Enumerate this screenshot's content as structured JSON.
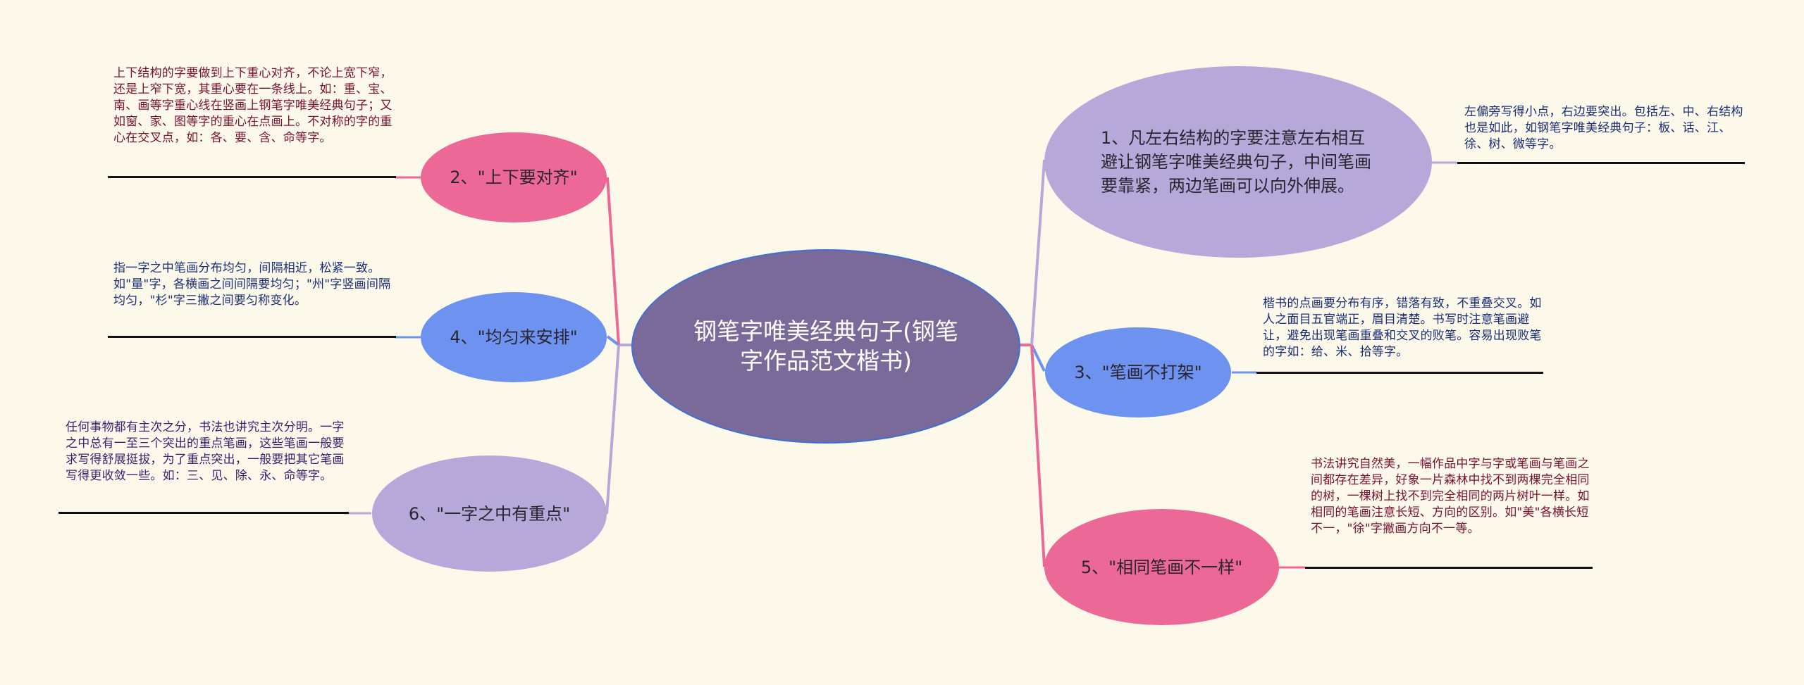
{
  "colors": {
    "background": "#fdf9ea",
    "root_fill": "#7a6a9a",
    "root_border": "#3f6fd8",
    "pink": "#ec6897",
    "blue": "#6d92f0",
    "lavender": "#b6a8d8",
    "pink_text": "#7a1032",
    "blue_text": "#1a2e78",
    "lavender_text": "#3a1e70"
  },
  "root": {
    "label": "钢笔字唯美经典句子(钢笔字作品范文楷书)"
  },
  "branches": [
    {
      "id": "1",
      "side": "right",
      "color": "lavender",
      "label": "1、凡左右结构的字要注意左右相互避让钢笔字唯美经典句子，中间笔画要靠紧，两边笔画可以向外伸展。",
      "detail": "左偏旁写得小点，右边要突出。包括左、中、右结构也是如此，如钢笔字唯美经典句子：板、话、江、徐、树、微等字。"
    },
    {
      "id": "2",
      "side": "left",
      "color": "pink",
      "label": "2、\"上下要对齐\"",
      "detail": "上下结构的字要做到上下重心对齐，不论上宽下窄，还是上窄下宽，其重心要在一条线上。如：重、宝、南、画等字重心线在竖画上钢笔字唯美经典句子；又如窗、家、图等字的重心在点画上。不对称的字的重心在交叉点，如：各、要、含、命等字。"
    },
    {
      "id": "3",
      "side": "right",
      "color": "blue",
      "label": "3、\"笔画不打架\"",
      "detail": "楷书的点画要分布有序，错落有致，不重叠交叉。如人之面目五官端正，眉目清楚。书写时注意笔画避让，避免出现笔画重叠和交叉的败笔。容易出现败笔的字如：给、米、拾等字。"
    },
    {
      "id": "4",
      "side": "left",
      "color": "blue",
      "label": "4、\"均匀来安排\"",
      "detail": "指一字之中笔画分布均匀，间隔相近，松紧一致。如\"量\"字，各横画之间间隔要均匀；\"州\"字竖画间隔均匀，\"杉\"字三撇之间要匀称变化。"
    },
    {
      "id": "5",
      "side": "right",
      "color": "pink",
      "label": "5、\"相同笔画不一样\"",
      "detail": "书法讲究自然美，一幅作品中字与字或笔画与笔画之间都存在差异，好象一片森林中找不到两棵完全相同的树，一棵树上找不到完全相同的两片树叶一样。如相同的笔画注意长短、方向的区别。如\"美\"各横长短不一，\"徐\"字撇画方向不一等。"
    },
    {
      "id": "6",
      "side": "left",
      "color": "lavender",
      "label": "6、\"一字之中有重点\"",
      "detail": "任何事物都有主次之分，书法也讲究主次分明。一字之中总有一至三个突出的重点笔画，这些笔画一般要求写得舒展挺拔，为了重点突出，一般要把其它笔画写得更收敛一些。如：三、见、除、永、命等字。"
    }
  ]
}
